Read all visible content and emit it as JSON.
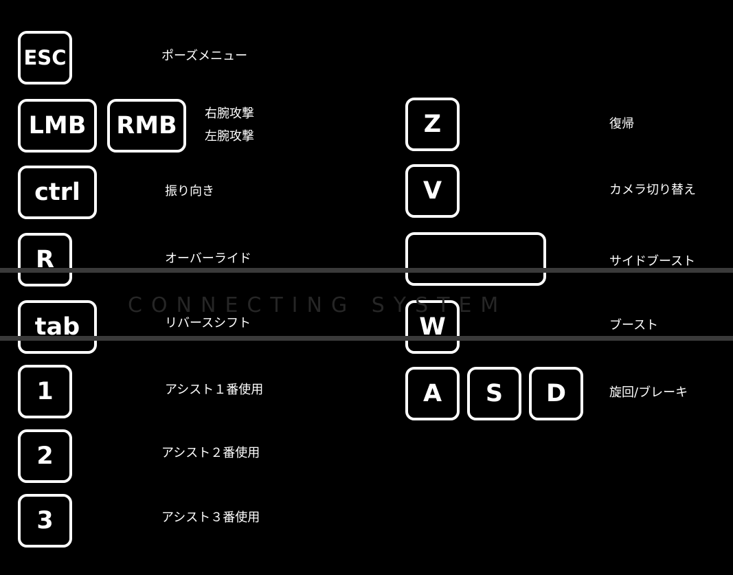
{
  "controls": {
    "esc": {
      "key": "ESC",
      "action": "ポーズメニュー"
    },
    "lmb": {
      "key": "LMB"
    },
    "rmb": {
      "key": "RMB"
    },
    "right_arm": "右腕攻撃",
    "left_arm": "左腕攻撃",
    "ctrl": {
      "key": "ctrl",
      "action": "振り向き"
    },
    "r": {
      "key": "R",
      "action": "オーバーライド"
    },
    "tab": {
      "key": "tab",
      "action": "リバースシフト"
    },
    "one": {
      "key": "1",
      "action": "アシスト１番使用"
    },
    "two": {
      "key": "2",
      "action": "アシスト２番使用"
    },
    "three": {
      "key": "3",
      "action": "アシスト３番使用"
    },
    "z": {
      "key": "Z",
      "action": "復帰"
    },
    "v": {
      "key": "V",
      "action": "カメラ切り替え"
    },
    "space": {
      "key": "",
      "action": "サイドブースト"
    },
    "w": {
      "key": "W",
      "action": "ブースト"
    },
    "a": {
      "key": "A"
    },
    "s": {
      "key": "S"
    },
    "d": {
      "key": "D"
    },
    "asd_action": "旋回/ブレーキ"
  },
  "overlay": {
    "text": "CONNECTING SYSTEM"
  },
  "colors": {
    "background": "#000000",
    "key_border": "#ffffff",
    "text": "#ffffff",
    "overlay_band": "#3a3a3a",
    "overlay_text": "#262626"
  }
}
